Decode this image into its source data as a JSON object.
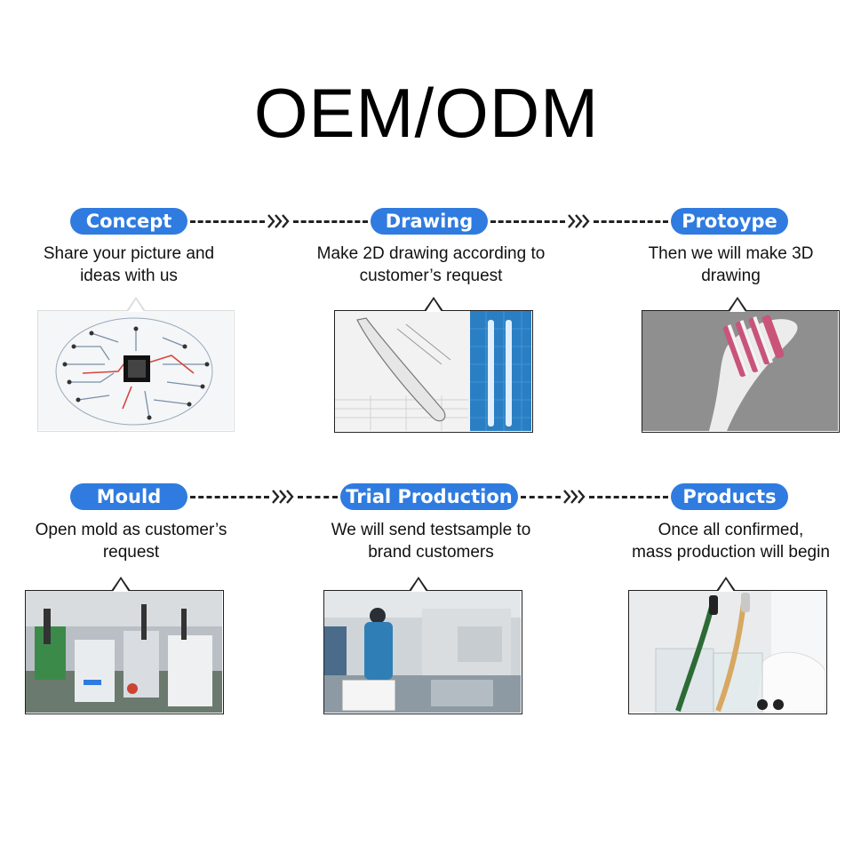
{
  "title": "OEM/ODM",
  "colors": {
    "accent": "#2f7be0",
    "line": "#222222"
  },
  "steps": [
    {
      "label": "Concept",
      "desc_line1": "Share your picture and",
      "desc_line2": "ideas with us",
      "image": "circuit-brain-image"
    },
    {
      "label": "Drawing",
      "desc_line1": "Make 2D drawing according to",
      "desc_line2": "customer’s request",
      "image": "toothbrush-sketch-image"
    },
    {
      "label": "Protoype",
      "desc_line1": "Then we will make 3D",
      "desc_line2": "drawing",
      "image": "toothbrush-3d-image"
    },
    {
      "label": "Mould",
      "desc_line1": "Open mold as customer’s",
      "desc_line2": "request",
      "image": "factory-machines-image"
    },
    {
      "label": "Trial Production",
      "desc_line1": "We will send testsample to",
      "desc_line2": "brand customers",
      "image": "production-line-image"
    },
    {
      "label": "Products",
      "desc_line1": "Once all confirmed,",
      "desc_line2": "mass production will begin",
      "image": "toothbrush-glass-image"
    }
  ]
}
